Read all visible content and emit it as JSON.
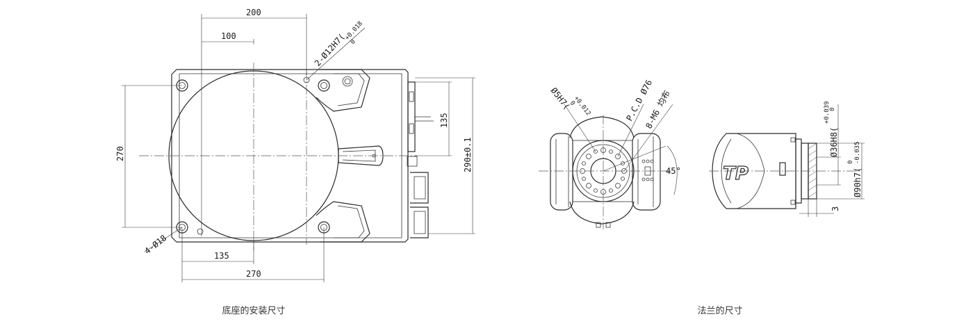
{
  "captions": {
    "base": "底座的安装尺寸",
    "flange": "法兰的尺寸"
  },
  "base_view": {
    "dim_200": "200",
    "dim_100": "100",
    "dim_135_top": "135",
    "dim_270_left": "270",
    "dim_290": "290±0.1",
    "dim_135_bottom": "135",
    "dim_270_bottom": "270",
    "holes_4": "4-Ø18",
    "pins_2": "2-Ø12H7(",
    "pins_tol_up": "+0.018",
    "pins_tol_low": "0"
  },
  "flange_view": {
    "pin_5": "Ø5H7(",
    "pin_5_tol_up": "+0.012",
    "pin_5_tol_low": "0",
    "pcd": "P.C.D Ø76",
    "threads": "8-M6 均布",
    "angle": "45°",
    "bore_36": "Ø36H8(",
    "bore_36_tol_up": "+0.039",
    "bore_36_tol_low": "0",
    "shaft_90": "Ø90h7(",
    "shaft_90_tol_up": "0",
    "shaft_90_tol_low": "-0.035",
    "depth_3": "3"
  },
  "logo_text": "TP"
}
